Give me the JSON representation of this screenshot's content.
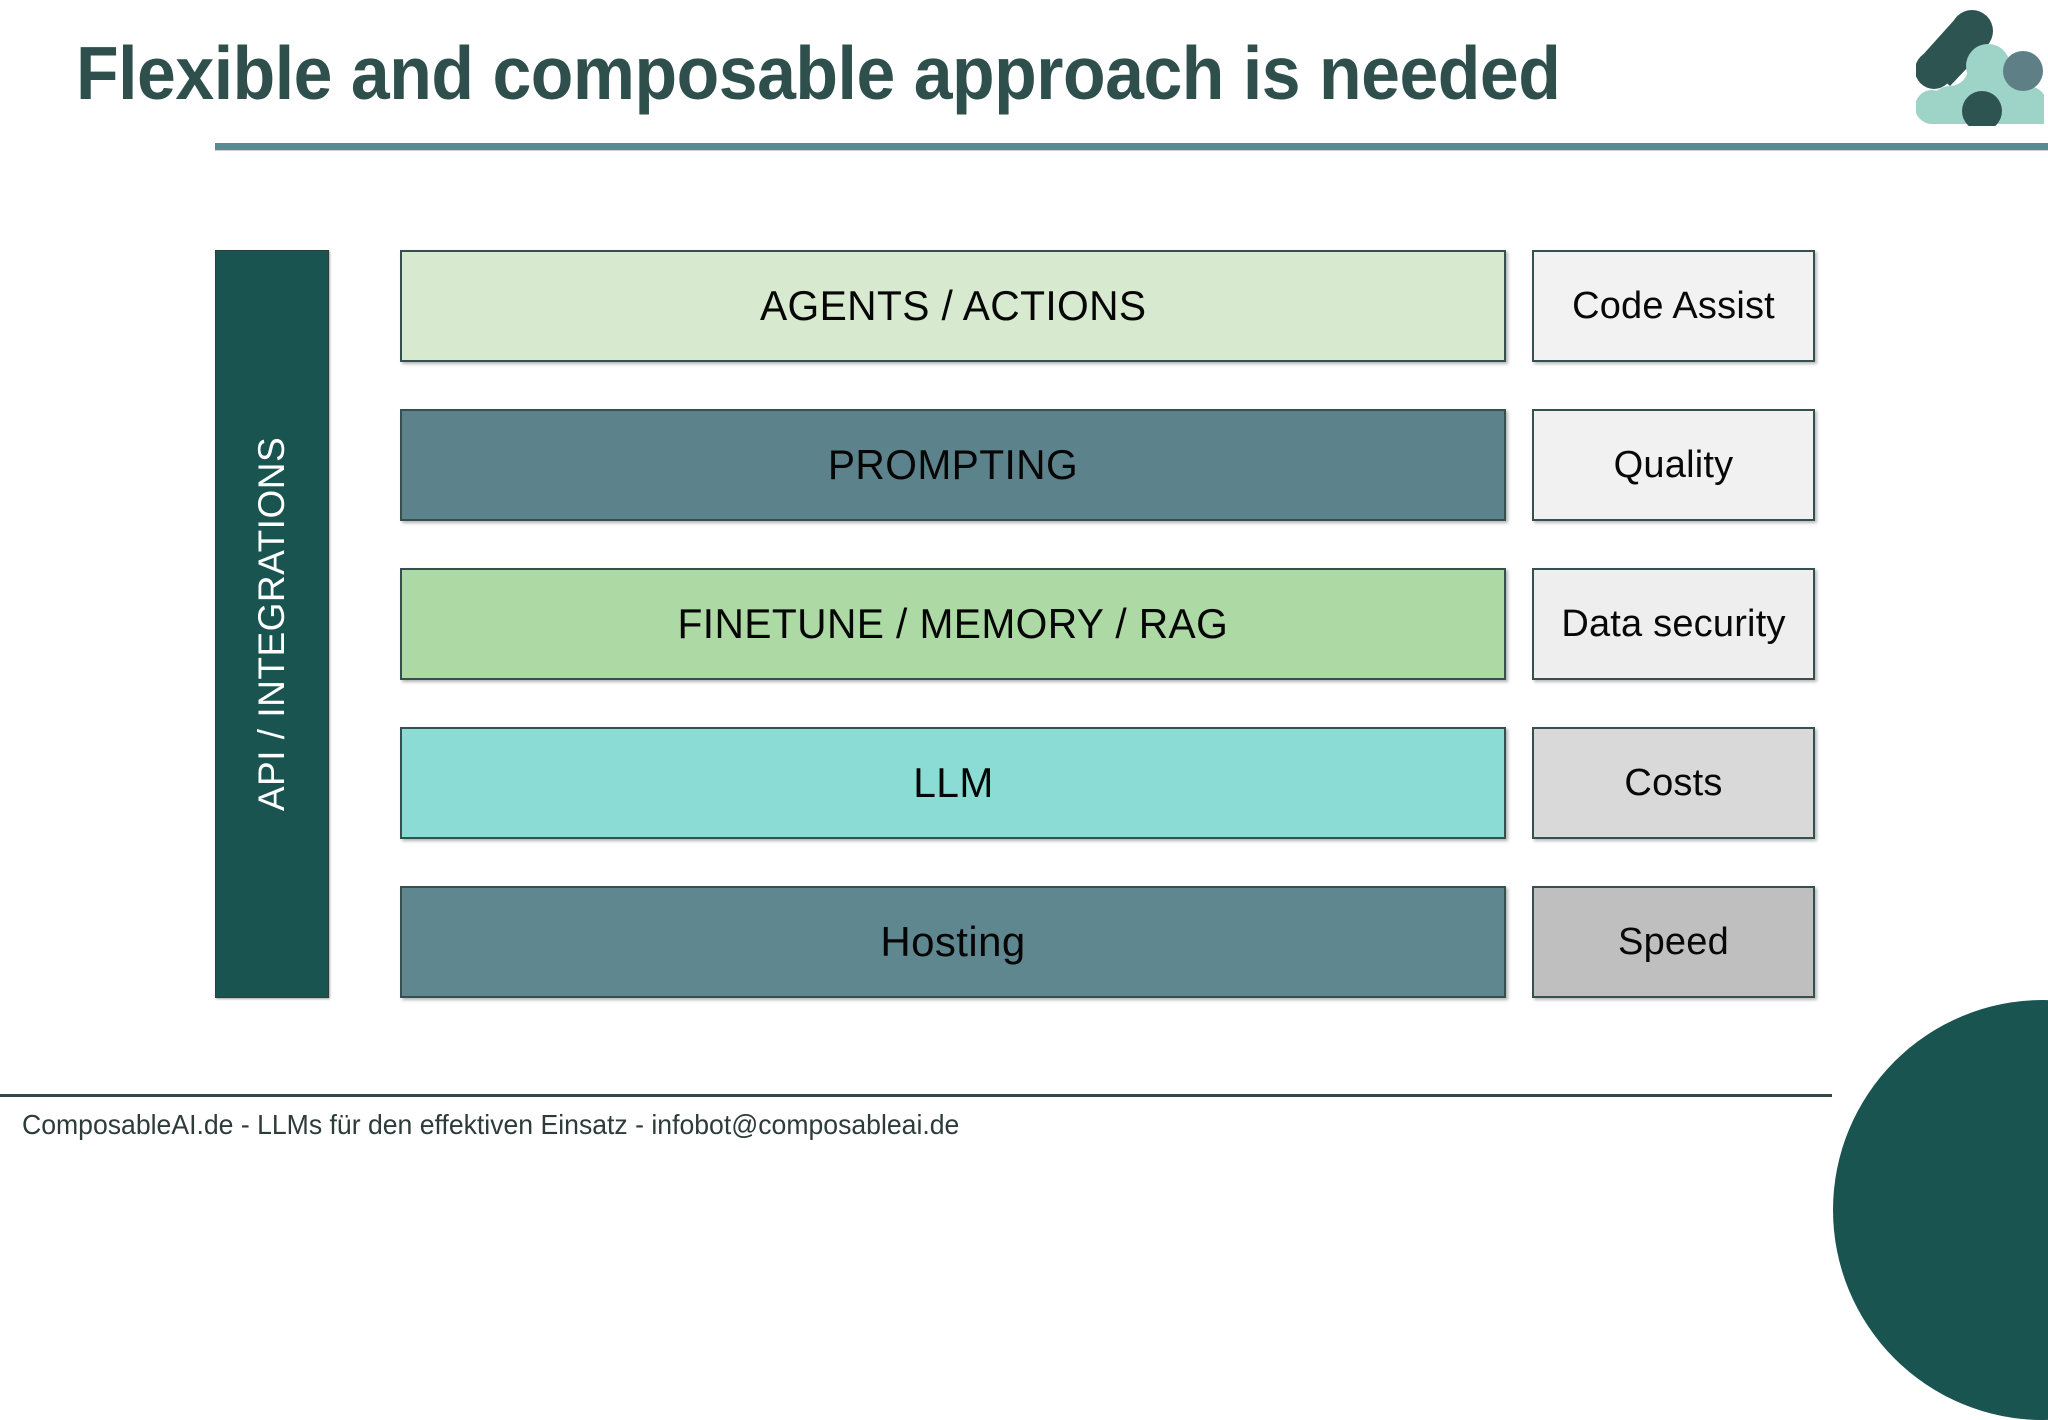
{
  "slide": {
    "title": "Flexible and composable approach is needed",
    "background_color": "#ffffff",
    "title_color": "#2e4f4c",
    "rule_color": "#5a8b92"
  },
  "logo": {
    "name": "composableai-node-logo",
    "colors": {
      "dark_teal": "#2d5450",
      "light_teal": "#9ed3c8",
      "slate": "#5f7f87"
    }
  },
  "diagram": {
    "side_bar": {
      "label": "API / INTEGRATIONS",
      "fill": "#1a5450",
      "text_color": "#ffffff"
    },
    "layers": [
      {
        "label": "AGENTS / ACTIONS",
        "fill": "#d7e9cf",
        "uppercase": true
      },
      {
        "label": "PROMPTING",
        "fill": "#5c838c",
        "uppercase": true
      },
      {
        "label": "FINETUNE / MEMORY / RAG",
        "fill": "#addaa4",
        "uppercase": true
      },
      {
        "label": "LLM",
        "fill": "#8adcd4",
        "uppercase": true
      },
      {
        "label": "Hosting",
        "fill": "#5f8790",
        "uppercase": false
      }
    ],
    "attributes": [
      {
        "label": "Code Assist",
        "fill": "#f2f2f2"
      },
      {
        "label": "Quality",
        "fill": "#f1f1f1"
      },
      {
        "label": "Data security",
        "fill": "#eeeeee"
      },
      {
        "label": "Costs",
        "fill": "#d9d9d9"
      },
      {
        "label": "Speed",
        "fill": "#bfbfbf"
      }
    ],
    "border_color": "#35504e"
  },
  "footer": {
    "text": "ComposableAI.de - LLMs für den effektiven Einsatz - infobot@composableai.de",
    "rule_color": "#2f4a47",
    "circle_color": "#1a5450"
  }
}
